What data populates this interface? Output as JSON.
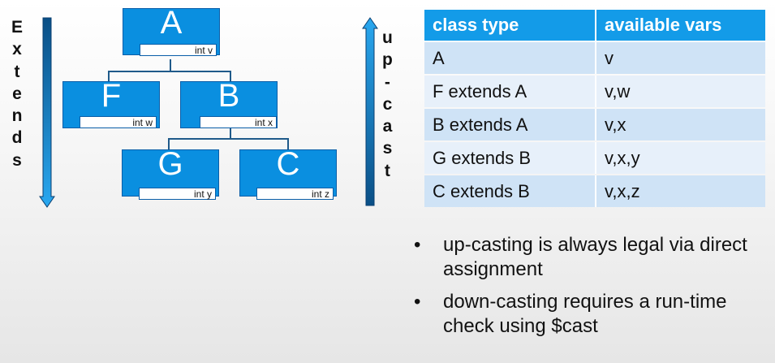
{
  "extends_label": [
    "E",
    "x",
    "t",
    "e",
    "n",
    "d",
    "s"
  ],
  "upcast_label": [
    "u",
    "p",
    "-",
    "c",
    "a",
    "s",
    "t"
  ],
  "colors": {
    "class_fill": "#0a8fe0",
    "header_fill": "#139be8",
    "row_odd": "#cfe3f6",
    "row_even": "#e7f0fa"
  },
  "classes": {
    "A": {
      "name": "A",
      "var": "int v"
    },
    "F": {
      "name": "F",
      "var": "int w"
    },
    "B": {
      "name": "B",
      "var": "int x"
    },
    "G": {
      "name": "G",
      "var": "int y"
    },
    "C": {
      "name": "C",
      "var": "int z"
    }
  },
  "table": {
    "headers": [
      "class type",
      "available vars"
    ],
    "rows": [
      [
        "A",
        "v"
      ],
      [
        "F extends A",
        "v,w"
      ],
      [
        "B extends A",
        "v,x"
      ],
      [
        "G extends B",
        "v,x,y"
      ],
      [
        "C extends B",
        "v,x,z"
      ]
    ]
  },
  "bullets": [
    "up-casting is always legal via direct assignment",
    "down-casting requires a run-time check using $cast"
  ]
}
